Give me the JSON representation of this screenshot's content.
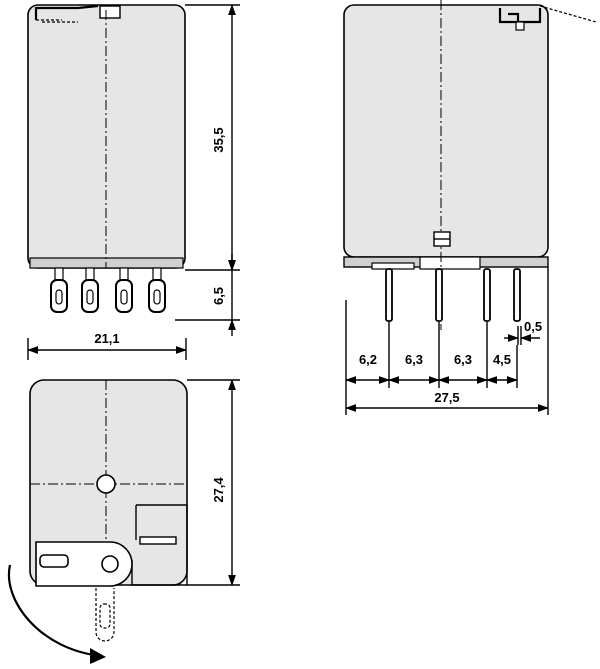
{
  "dimensions": {
    "height_body": "35,5",
    "height_pins": "6,5",
    "width_front": "21,1",
    "depth_bottom": "27,4",
    "pitch_1": "6,2",
    "pitch_2": "6,3",
    "pitch_3": "6,3",
    "pitch_4": "4,5",
    "pin_width": "0,5",
    "total_width": "27,5"
  }
}
